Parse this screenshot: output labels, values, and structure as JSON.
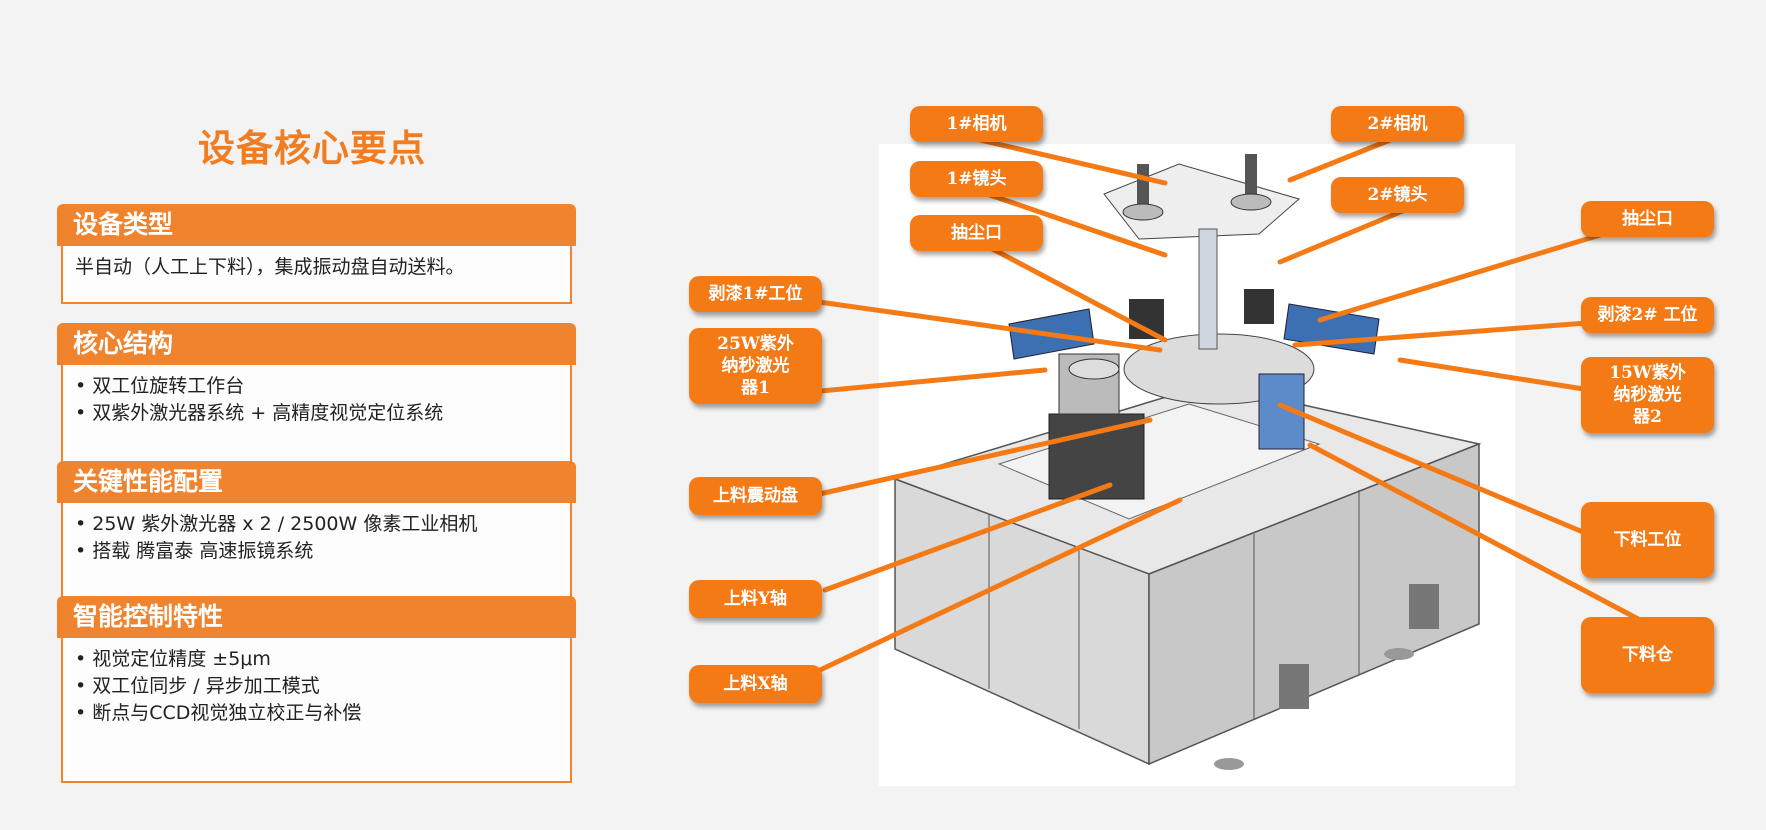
{
  "title": "设备核心要点",
  "sections": [
    {
      "heading": "设备类型",
      "lines": [
        "半自动（人工上下料），集成振动盘自动送料。"
      ]
    },
    {
      "heading": "核心结构",
      "lines": [
        "• 双工位旋转工作台",
        "• 双紫外激光器系统 + 高精度视觉定位系统"
      ]
    },
    {
      "heading": "关键性能配置",
      "lines": [
        "• 25W 紫外激光器 x 2 / 2500W 像素工业相机",
        "• 搭载 腾富泰 高速振镜系统"
      ]
    },
    {
      "heading": "智能控制特性",
      "lines": [
        "• 视觉定位精度 ±5μm",
        "• 双工位同步 / 异步加工模式",
        "• 断点与CCD视觉独立校正与补偿"
      ]
    }
  ],
  "callouts": {
    "camera1": "1#相机",
    "camera2": "2#相机",
    "lens1": "1#镜头",
    "lens2": "2#镜头",
    "dust_left": "抽尘口",
    "dust_right": "抽尘口",
    "strip1_line1": "剥漆1#工位",
    "strip2": "剥漆2# 工位",
    "laser1": [
      "25W紫外",
      "纳秒激光",
      "器1"
    ],
    "laser2": [
      "15W紫外",
      "纳秒激光",
      "器2"
    ],
    "feeder": "上料震动盘",
    "unload_station": "下料工位",
    "y_axis": "上料Y轴",
    "x_axis": "上料X轴",
    "unload_bin": "下料仓"
  },
  "colors": {
    "accent": "#f07d22",
    "label": "#f47a16"
  }
}
